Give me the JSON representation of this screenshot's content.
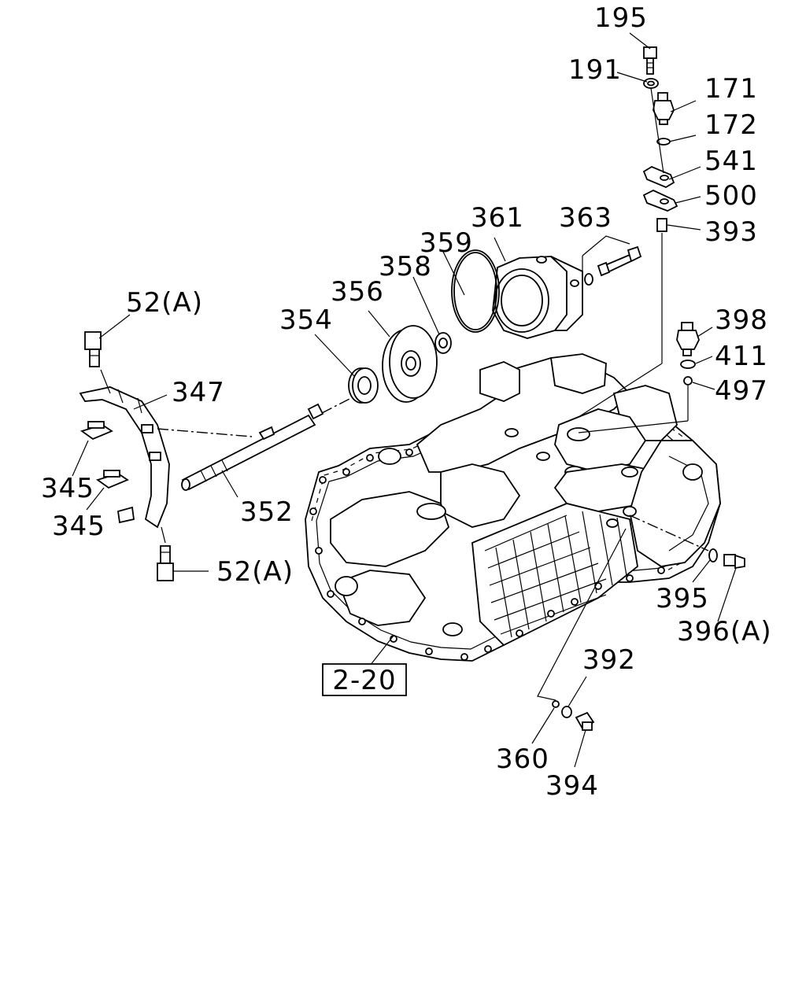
{
  "callouts": [
    {
      "id": "195",
      "label": "195"
    },
    {
      "id": "191",
      "label": "191"
    },
    {
      "id": "171",
      "label": "171"
    },
    {
      "id": "172",
      "label": "172"
    },
    {
      "id": "541",
      "label": "541"
    },
    {
      "id": "500",
      "label": "500"
    },
    {
      "id": "393",
      "label": "393"
    },
    {
      "id": "361",
      "label": "361"
    },
    {
      "id": "363",
      "label": "363"
    },
    {
      "id": "359",
      "label": "359"
    },
    {
      "id": "358",
      "label": "358"
    },
    {
      "id": "356",
      "label": "356"
    },
    {
      "id": "354",
      "label": "354"
    },
    {
      "id": "52a-top",
      "label": "52(A)"
    },
    {
      "id": "347",
      "label": "347"
    },
    {
      "id": "345-upper",
      "label": "345"
    },
    {
      "id": "345-lower",
      "label": "345"
    },
    {
      "id": "352",
      "label": "352"
    },
    {
      "id": "52a-bottom",
      "label": "52(A)"
    },
    {
      "id": "398",
      "label": "398"
    },
    {
      "id": "411",
      "label": "411"
    },
    {
      "id": "497",
      "label": "497"
    },
    {
      "id": "395",
      "label": "395"
    },
    {
      "id": "396a",
      "label": "396(A)"
    },
    {
      "id": "392",
      "label": "392"
    },
    {
      "id": "360",
      "label": "360"
    },
    {
      "id": "394",
      "label": "394"
    }
  ],
  "reference_box": {
    "label": "2-20"
  }
}
